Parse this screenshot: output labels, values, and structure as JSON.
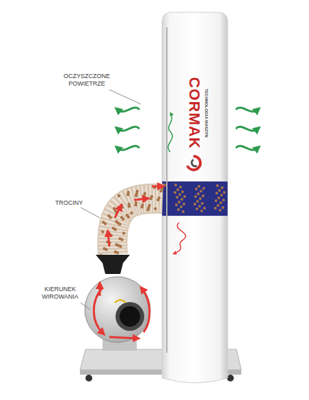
{
  "diagram": {
    "labels": [
      "OCZYSZCZONE POWIETRZE",
      "TROCINY",
      "KIERUNEK WIROWANIA",
      "CORMAK",
      "TECHNOLOGIA MASZYN"
    ]
  }
}
